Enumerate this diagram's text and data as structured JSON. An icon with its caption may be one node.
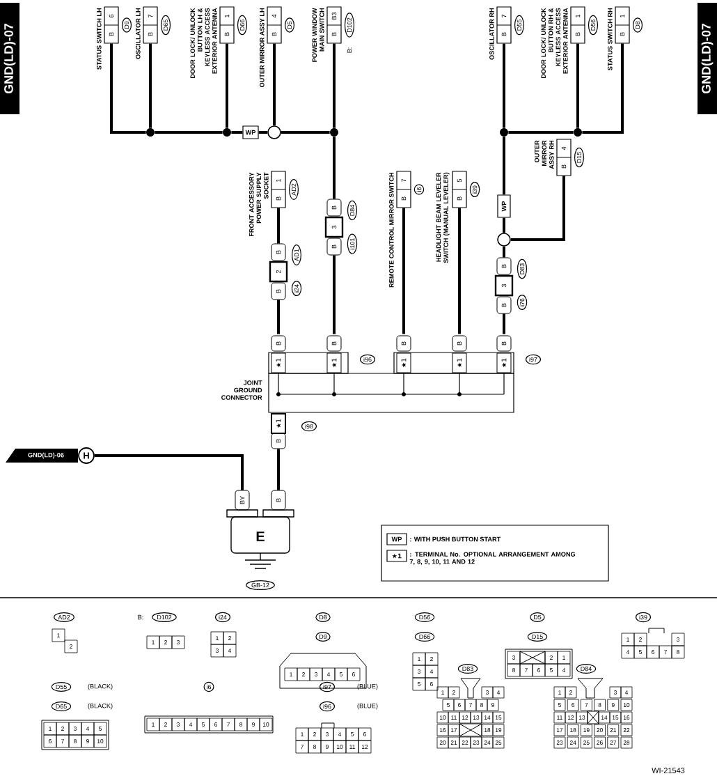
{
  "diagram": {
    "nodes": [
      {
        "text": [
          "STATUS SWITCH LH",
          "6",
          "B"
        ],
        "beside": [
          "D9"
        ]
      },
      {
        "text": [
          "OSCILLATOR LH",
          "7",
          "B"
        ],
        "beside": [
          "D65"
        ]
      },
      {
        "text": [
          "DOOR LOCK/ UNLOCK BUTTON LH & KEYLESS ACCESS EXTERIOR ANTENNA",
          "1",
          "B"
        ],
        "beside": [
          "D66"
        ]
      },
      {
        "text": [
          "OUTER MIRROR ASSY LH",
          "4",
          "B"
        ],
        "beside": [
          "D5"
        ]
      },
      {
        "text": [
          "POWER WINDOW MAIN SWITCH",
          "B3",
          "B"
        ],
        "beside": [
          "B:",
          "D102"
        ]
      },
      {
        "text": [
          "OSCILLATOR RH",
          "7",
          "B"
        ],
        "beside": [
          "D55"
        ]
      },
      {
        "text": [
          "DOOR LOCK/ UNLOCK BUTTON RH & KEYLESS ACCESS EXTERIOR ANTENNA",
          "1",
          "B"
        ],
        "beside": [
          "D56"
        ]
      },
      {
        "text": [
          "STATUS SWITCH RH",
          "1",
          "B"
        ],
        "beside": [
          "D8"
        ]
      },
      {
        "text": [
          "OUTER MIRROR ASSY RH",
          "4",
          "B"
        ],
        "beside": [
          "D15"
        ]
      },
      {
        "text": [
          "FRONT ACCESSORY POWER SUPPLY SOCKET",
          "1",
          "B"
        ],
        "beside": [
          "AD2"
        ]
      },
      {
        "text": [
          "B",
          "2",
          "B"
        ],
        "beside": [
          "AD1",
          "i24"
        ]
      },
      {
        "text": [
          "B",
          "3",
          "B"
        ],
        "beside": [
          "D84",
          "i101"
        ]
      },
      {
        "text": [
          "REMOTE CONTROL MIRROR SWITCH",
          "7",
          "B"
        ],
        "beside": [
          "i6"
        ]
      },
      {
        "text": [
          "HEADLIGHT BEAM LEVELER SWITCH (MANUAL LEVELER)",
          "5",
          "B"
        ],
        "beside": [
          "i39"
        ]
      },
      {
        "text": [
          "WP"
        ]
      },
      {
        "text": [
          "WP"
        ]
      },
      {
        "text": [
          "B",
          "3",
          "B"
        ],
        "beside": [
          "D83",
          "i76"
        ]
      },
      {
        "text": [
          "JOINT GROUND CONNECTOR",
          "B",
          "★1",
          "B",
          "★1",
          "B",
          "★1",
          "B",
          "★1",
          "B",
          "★1"
        ],
        "beside": [
          "i96",
          "i97"
        ]
      },
      {
        "text": [
          "★1",
          "B"
        ],
        "beside": [
          "i98"
        ]
      },
      {
        "text": [
          "BY",
          "B",
          "E"
        ],
        "beside": [
          "GB-12"
        ]
      },
      {
        "text": [
          "GND(LD)-06"
        ]
      },
      {
        "text": [
          "H"
        ]
      },
      {
        "text": [
          "WP",
          ": WITH PUSH BUTTON START",
          "★1",
          ": TERMINAL No. OPTIONAL ARRANGEMENT AMONG 7, 8, 9, 10, 11 AND 12"
        ]
      },
      {
        "text": [],
        "shape": "circle"
      },
      {
        "text": [],
        "shape": "circle"
      },
      {
        "text": [],
        "shape": "circle"
      },
      {
        "text": [],
        "shape": "circle"
      },
      {
        "text": [],
        "shape": "circle"
      },
      {
        "text": [],
        "shape": "circle"
      },
      {
        "text": [],
        "shape": "circle"
      },
      {
        "text": [
          "AD2",
          "1",
          "2"
        ]
      },
      {
        "text": [
          "B:",
          "D102",
          "1",
          "2",
          "3"
        ]
      },
      {
        "text": [
          "i24",
          "1",
          "2",
          "3",
          "4"
        ]
      },
      {
        "text": [
          "D8",
          "D9",
          "1",
          "2",
          "3",
          "4",
          "5",
          "6"
        ]
      },
      {
        "text": [
          "D56",
          "D66",
          "1",
          "2",
          "3",
          "4",
          "5",
          "6"
        ]
      },
      {
        "text": [
          "D5",
          "D15",
          "3",
          "2",
          "1",
          "8",
          "7",
          "6",
          "5",
          "4"
        ]
      },
      {
        "text": [
          "i39",
          "1",
          "2",
          "3",
          "4",
          "5",
          "6",
          "7",
          "8"
        ]
      },
      {
        "text": [
          "D55",
          "(BLACK)",
          "D65",
          "(BLACK)",
          "1",
          "2",
          "3",
          "4",
          "5",
          "6",
          "7",
          "8",
          "9",
          "10"
        ]
      },
      {
        "text": [
          "i6",
          "1",
          "2",
          "3",
          "4",
          "5",
          "6",
          "7",
          "8",
          "9",
          "10"
        ]
      },
      {
        "text": [
          "i97",
          "(BLUE)",
          "i96",
          "(BLUE)",
          "1",
          "2",
          "3",
          "4",
          "5",
          "6",
          "7",
          "8",
          "9",
          "10",
          "11",
          "12"
        ]
      },
      {
        "text": [
          "D83",
          "1",
          "2",
          "3",
          "4",
          "5",
          "6",
          "7",
          "8",
          "9",
          "10",
          "11",
          "12",
          "13",
          "14",
          "15",
          "16",
          "17",
          "18",
          "19",
          "20",
          "21",
          "22",
          "23",
          "24",
          "25"
        ]
      },
      {
        "text": [
          "D84",
          "1",
          "2",
          "3",
          "4",
          "5",
          "6",
          "7",
          "8",
          "9",
          "10",
          "11",
          "12",
          "13",
          "14",
          "15",
          "16",
          "17",
          "18",
          "19",
          "20",
          "21",
          "22",
          "23",
          "24",
          "25",
          "26",
          "27",
          "28"
        ]
      }
    ],
    "edges": [
      {
        "from": 0,
        "to": 23,
        "arrow": "none"
      },
      {
        "from": 1,
        "to": 23,
        "arrow": "none"
      },
      {
        "from": 23,
        "to": 24,
        "arrow": "none"
      },
      {
        "from": 2,
        "to": 24,
        "arrow": "none"
      },
      {
        "from": 24,
        "to": 14,
        "arrow": "none"
      },
      {
        "from": 14,
        "to": 25,
        "arrow": "none"
      },
      {
        "from": 3,
        "to": 25,
        "arrow": "none"
      },
      {
        "from": 25,
        "to": 26,
        "arrow": "none"
      },
      {
        "from": 4,
        "to": 26,
        "arrow": "none"
      },
      {
        "from": 26,
        "to": 11,
        "arrow": "none"
      },
      {
        "from": 11,
        "to": 17,
        "arrow": "none"
      },
      {
        "from": 9,
        "to": 10,
        "arrow": "none"
      },
      {
        "from": 10,
        "to": 17,
        "arrow": "none"
      },
      {
        "from": 12,
        "to": 17,
        "arrow": "none"
      },
      {
        "from": 13,
        "to": 17,
        "arrow": "none"
      },
      {
        "from": 5,
        "to": 27,
        "arrow": "none"
      },
      {
        "from": 27,
        "to": 28,
        "arrow": "none"
      },
      {
        "from": 6,
        "to": 28,
        "arrow": "none"
      },
      {
        "from": 7,
        "to": 28,
        "arrow": "none"
      },
      {
        "from": 27,
        "to": 15,
        "arrow": "none"
      },
      {
        "from": 15,
        "to": 29,
        "arrow": "none"
      },
      {
        "from": 8,
        "to": 29,
        "arrow": "none"
      },
      {
        "from": 29,
        "to": 16,
        "arrow": "none"
      },
      {
        "from": 16,
        "to": 17,
        "arrow": "none"
      },
      {
        "from": 18,
        "to": 19,
        "arrow": "none"
      },
      {
        "from": 21,
        "to": 19,
        "arrow": "none"
      }
    ],
    "labels": [
      "GND(LD)-07",
      "GND(LD)-07",
      "WI-21543"
    ]
  }
}
